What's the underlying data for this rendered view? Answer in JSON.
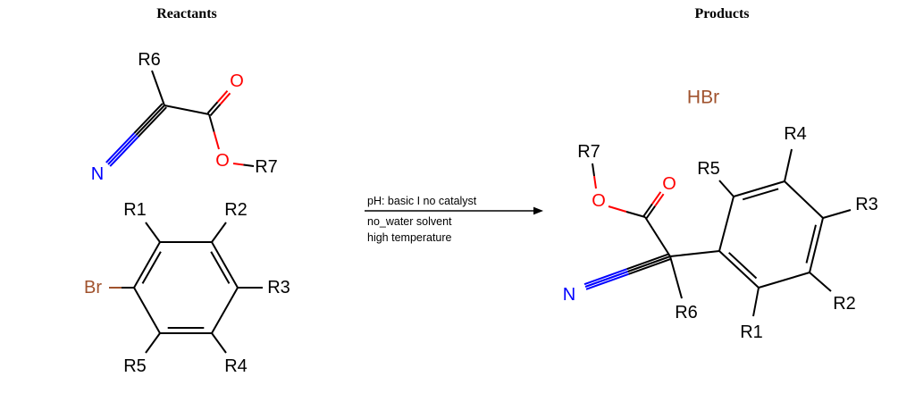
{
  "headers": {
    "reactants": "Reactants",
    "products": "Products"
  },
  "reaction_conditions": {
    "above_arrow": "pH: basic I no catalyst",
    "below_arrow_line1": "no_water solvent",
    "below_arrow_line2": "high temperature"
  },
  "colors": {
    "oxygen": "#FF0000",
    "nitrogen": "#0000FF",
    "bromine": "#A0522D",
    "bond": "#000000"
  },
  "reactants": {
    "cyanoacetate": {
      "r6_label": "R6",
      "nitrogen_label": "N",
      "carbonyl_oxygen_label": "O",
      "ester_oxygen_label": "O",
      "r7_label": "R7"
    },
    "bromoarene": {
      "r1_label": "R1",
      "r2_label": "R2",
      "r3_label": "R3",
      "r4_label": "R4",
      "r5_label": "R5",
      "br_label": "Br"
    }
  },
  "products": {
    "hbr_label": "HBr",
    "arylcyanoacetate": {
      "r7_label": "R7",
      "ester_oxygen_label": "O",
      "carbonyl_oxygen_label": "O",
      "nitrogen_label": "N",
      "r6_label": "R6",
      "r1_label": "R1",
      "r2_label": "R2",
      "r3_label": "R3",
      "r4_label": "R4",
      "r5_label": "R5"
    }
  }
}
